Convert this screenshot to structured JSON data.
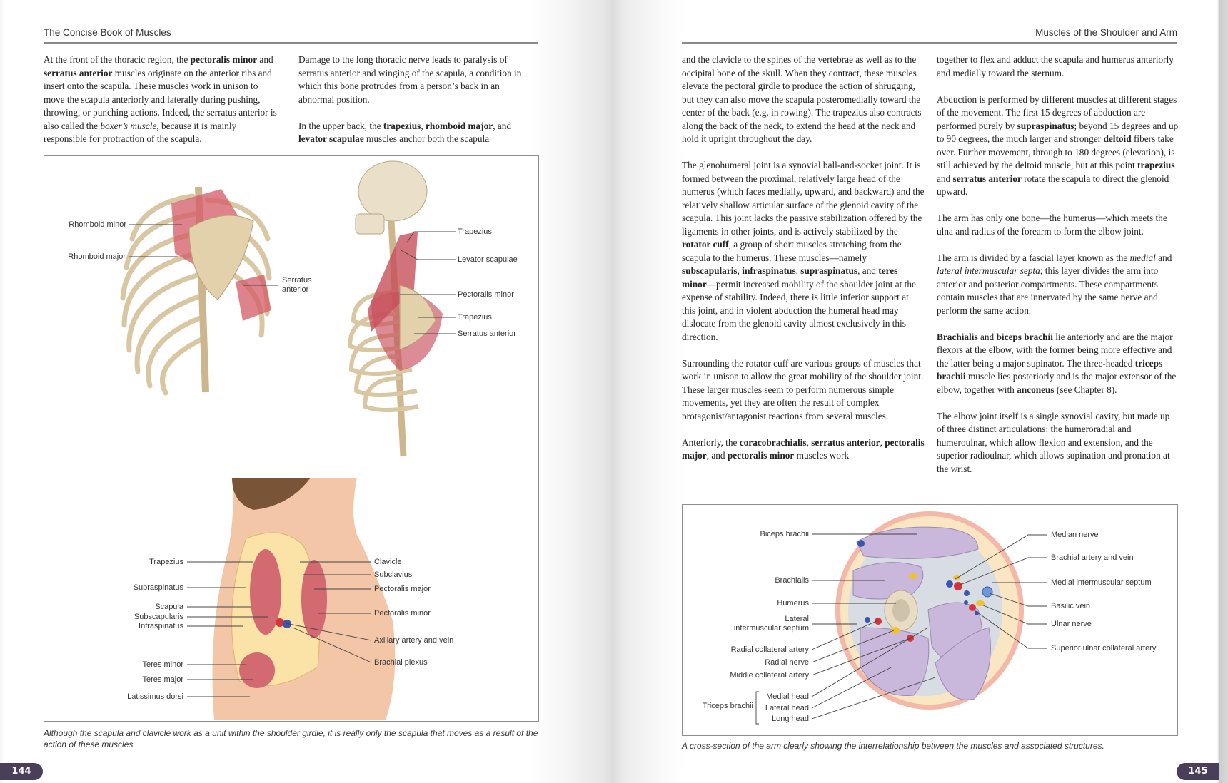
{
  "left_page": {
    "running_head": "The Concise Book of Muscles",
    "page_number": "144",
    "columns": [
      [
        [
          {
            "t": "At the front of the thoracic region, the "
          },
          {
            "b": "pectoralis minor"
          },
          {
            "t": " and "
          },
          {
            "b": "serratus anterior"
          },
          {
            "t": " muscles originate on the anterior ribs and insert onto the scapula. These muscles work in unison to move the scapula anteriorly and laterally during pushing, throwing, or punching actions. Indeed, the serratus anterior is also called the "
          },
          {
            "i": "boxer’s muscle"
          },
          {
            "t": ", because it is mainly responsible for protraction of the scapula."
          }
        ]
      ],
      [
        [
          {
            "t": "Damage to the long thoracic nerve leads to paralysis of serratus anterior and winging of the scapula, a condition in which this bone protrudes from a person’s back in an abnormal position."
          }
        ],
        [
          {
            "t": "In the upper back, the "
          },
          {
            "b": "trapezius"
          },
          {
            "t": ", "
          },
          {
            "b": "rhomboid major"
          },
          {
            "t": ", and "
          },
          {
            "b": "levator scapulae"
          },
          {
            "t": " muscles anchor both the scapula"
          }
        ]
      ]
    ],
    "figure": {
      "labels_a": [
        "Rhomboid minor",
        "Rhomboid major",
        "Serratus anterior"
      ],
      "labels_b": [
        "Trapezius",
        "Levator scapulae",
        "Pectoralis minor",
        "Trapezius",
        "Serratus anterior"
      ],
      "labels_c_left": [
        "Trapezius",
        "Supraspinatus",
        "Scapula",
        "Subscapularis",
        "Infraspinatus",
        "Teres minor",
        "Teres major",
        "Latissimus dorsi"
      ],
      "labels_c_right": [
        "Clavicle",
        "Subclavius",
        "Pectoralis major",
        "Pectoralis minor",
        "Axillary artery and vein",
        "Brachial plexus"
      ],
      "caption": "Although the scapula and clavicle work as a unit within the shoulder girdle, it is really only the scapula that moves as a result of the action of these muscles."
    }
  },
  "right_page": {
    "running_head": "Muscles of the Shoulder and Arm",
    "page_number": "145",
    "columns": [
      [
        [
          {
            "t": "and the clavicle to the spines of the vertebrae as well as to the occipital bone of the skull. When they contract, these muscles elevate the pectoral girdle to produce the action of shrugging, but they can also move the scapula posteromedially toward the center of the back (e.g. in rowing). The trapezius also contracts along the back of the neck, to extend the head at the neck and hold it upright throughout the day."
          }
        ],
        [
          {
            "t": "The glenohumeral joint is a synovial ball-and-socket joint. It is formed between the proximal, relatively large head of the humerus (which faces medially, upward, and backward) and the relatively shallow articular surface of the glenoid cavity of the scapula. This joint lacks the passive stabilization offered by the ligaments in other joints, and is actively stabilized by the "
          },
          {
            "b": "rotator cuff"
          },
          {
            "t": ", a group of short muscles stretching from the scapula to the humerus. These muscles—namely "
          },
          {
            "b": "subscapularis"
          },
          {
            "t": ", "
          },
          {
            "b": "infraspinatus"
          },
          {
            "t": ", "
          },
          {
            "b": "supraspinatus"
          },
          {
            "t": ", and "
          },
          {
            "b": "teres minor"
          },
          {
            "t": "—permit increased mobility of the shoulder joint at the expense of stability. Indeed, there is little inferior support at this joint, and in violent abduction the humeral head may dislocate from the glenoid cavity almost exclusively in this direction."
          }
        ],
        [
          {
            "t": "Surrounding the rotator cuff are various groups of muscles that work in unison to allow the great mobility of the shoulder joint. These larger muscles seem to perform numerous simple movements, yet they are often the result of complex protagonist/antagonist reactions from several muscles."
          }
        ],
        [
          {
            "t": "Anteriorly, the "
          },
          {
            "b": "coracobrachialis"
          },
          {
            "t": ", "
          },
          {
            "b": "serratus anterior"
          },
          {
            "t": ", "
          },
          {
            "b": "pectoralis major"
          },
          {
            "t": ", and "
          },
          {
            "b": "pectoralis minor"
          },
          {
            "t": " muscles work"
          }
        ]
      ],
      [
        [
          {
            "t": "together to flex and adduct the scapula and humerus anteriorly and medially toward the sternum."
          }
        ],
        [
          {
            "t": "Abduction is performed by different muscles at different stages of the movement. The first 15 degrees of abduction are performed purely by "
          },
          {
            "b": "supraspinatus"
          },
          {
            "t": "; beyond 15 degrees and up to 90 degrees, the much larger and stronger "
          },
          {
            "b": "deltoid"
          },
          {
            "t": " fibers take over. Further movement, through to 180 degrees (elevation), is still achieved by the deltoid muscle, but at this point "
          },
          {
            "b": "trapezius"
          },
          {
            "t": " and "
          },
          {
            "b": "serratus anterior"
          },
          {
            "t": " rotate the scapula to direct the glenoid upward."
          }
        ],
        [
          {
            "t": "The arm has only one bone—the humerus—which meets the ulna and radius of the forearm to form the elbow joint."
          }
        ],
        [
          {
            "t": "The arm is divided by a fascial layer known as the "
          },
          {
            "i": "medial"
          },
          {
            "t": " and "
          },
          {
            "i": "lateral intermuscular septa"
          },
          {
            "t": "; this layer divides the arm into anterior and posterior compartments. These compartments contain muscles that are innervated by the same nerve and perform the same action."
          }
        ],
        [
          {
            "b": "Brachialis"
          },
          {
            "t": " and "
          },
          {
            "b": "biceps brachii"
          },
          {
            "t": " lie anteriorly and are the major flexors at the elbow, with the former being more effective and the latter being a major supinator. The three-headed "
          },
          {
            "b": "triceps brachii"
          },
          {
            "t": " muscle lies posteriorly and is the major extensor of the elbow, together with "
          },
          {
            "b": "anconeus"
          },
          {
            "t": " (see Chapter 8)."
          }
        ],
        [
          {
            "t": "The elbow joint itself is a single synovial cavity, but made up of three distinct articulations: the humeroradial and humeroulnar, which allow flexion and extension, and the superior radioulnar, which allows supination and pronation at the wrist."
          }
        ]
      ]
    ],
    "figure": {
      "labels_left": [
        "Biceps brachii",
        "Brachialis",
        "Humerus",
        "Lateral",
        "intermuscular septum",
        "Radial collateral artery",
        "Radial nerve",
        "Middle collateral artery",
        "Medial head",
        "Lateral head",
        "Long head"
      ],
      "group_label": "Triceps brachii",
      "labels_right": [
        "Median nerve",
        "Brachial artery and vein",
        "Medial intermuscular septum",
        "Basilic vein",
        "Ulnar nerve",
        "Superior ulnar collateral artery"
      ],
      "caption": "A cross-section of the arm clearly showing the interrelationship between the muscles and associated structures."
    }
  },
  "colors": {
    "page_number_bg": "#4a3e5a",
    "muscle": "#c9b8db",
    "bone": "#e8dcc2",
    "artery": "#d9323a",
    "vein": "#3c55b0",
    "nerve": "#f2c12e",
    "fat": "#fbe6c4",
    "skin": "#f2b3a2"
  }
}
